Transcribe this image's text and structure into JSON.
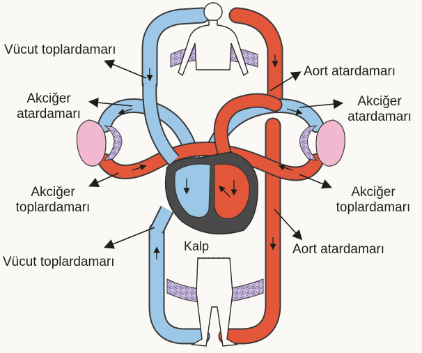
{
  "labels": {
    "vucut_toplardamari_top": "Vücut toplardamarı",
    "aort_atardamari_top": "Aort atardamarı",
    "akciger_atardamari_left": [
      "Akciğer",
      "atardamarı"
    ],
    "akciger_atardamari_right": [
      "Akciğer",
      "atardamarı"
    ],
    "akciger_toplardamari_left": [
      "Akciğer",
      "toplardamarı"
    ],
    "akciger_toplardamari_right": [
      "Akciğer",
      "toplardamarı"
    ],
    "vucut_toplardamari_bottom": "Vücut toplardamarı",
    "aort_atardamari_bottom": "Aort atardamarı",
    "kalp": "Kalp"
  },
  "colors": {
    "oxygen_poor_blood": "#9cc7e6",
    "oxygen_rich_blood": "#e2573a",
    "vessel_outline": "#3a3a3a",
    "lung": "#f2b8cf",
    "heart_muscle": "#4a4a4a",
    "capillary_net": "#b9a9d2"
  }
}
